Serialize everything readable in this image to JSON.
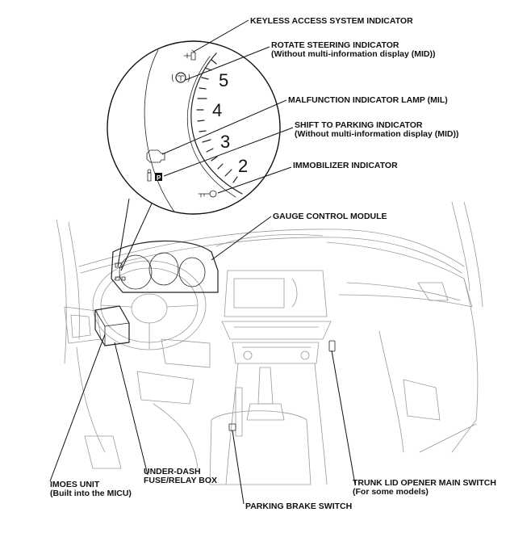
{
  "labels": {
    "keyless": "KEYLESS ACCESS SYSTEM INDICATOR",
    "rotate_1": "ROTATE STEERING INDICATOR",
    "rotate_2": "(Without multi-information display (MID))",
    "mil": "MALFUNCTION INDICATOR LAMP (MIL)",
    "shift_1": "SHIFT TO PARKING INDICATOR",
    "shift_2": "(Without multi-information display (MID))",
    "immobilizer": "IMMOBILIZER INDICATOR",
    "gauge": "GAUGE CONTROL MODULE",
    "imoes_1": "IMOES UNIT",
    "imoes_2": "(Built into the MICU)",
    "fuse_1": "UNDER-DASH",
    "fuse_2": "FUSE/RELAY BOX",
    "trunk_1": "TRUNK LID OPENER MAIN SWITCH",
    "trunk_2": "(For some models)",
    "parking": "PARKING BRAKE SWITCH"
  },
  "gauge_numbers": [
    "5",
    "4",
    "3",
    "2"
  ]
}
